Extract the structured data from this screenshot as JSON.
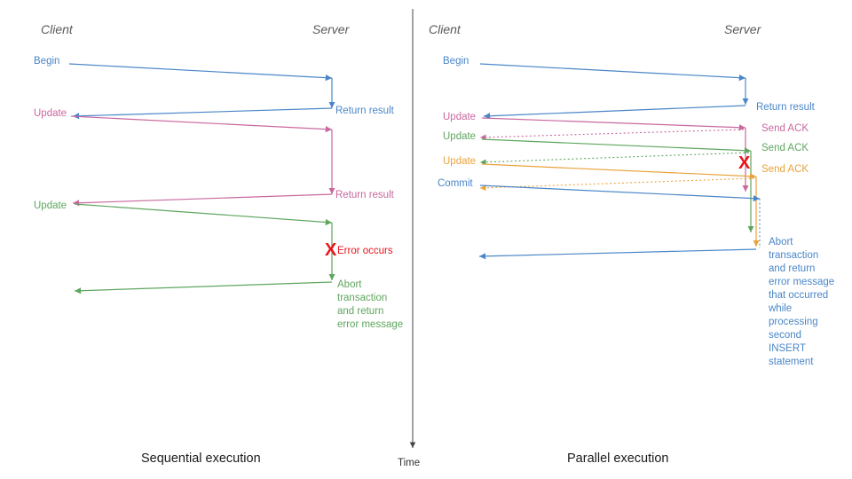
{
  "figure": {
    "background": "#ffffff",
    "divider_color": "#555555",
    "time_axis": {
      "label": "Time",
      "color": "#444444"
    }
  },
  "palette": {
    "blue": "#4a86c8",
    "pink": "#c9689e",
    "green": "#5ea65e",
    "orange": "#e9a33c",
    "red": "#e8131a",
    "gray": "#5a5a5a",
    "black": "#1a1a1a"
  },
  "panels": [
    {
      "id": "sequential",
      "caption": "Sequential execution",
      "lanes": {
        "client": "Client",
        "server": "Server"
      },
      "client_labels": [
        {
          "text": "Begin",
          "color": "#4a86c8"
        },
        {
          "text": "Update",
          "color": "#c9689e"
        },
        {
          "text": "Update",
          "color": "#5ea65e"
        }
      ],
      "server_labels": [
        {
          "text": "Return result",
          "color": "#4a86c8"
        },
        {
          "text": "Return result",
          "color": "#c9689e"
        },
        {
          "text": "Error occurs",
          "color": "#e8131a"
        }
      ],
      "error_marker": "X",
      "abort_note": {
        "color": "#5ea65e",
        "lines": [
          "Abort",
          "transaction",
          "and return",
          "error message"
        ]
      }
    },
    {
      "id": "parallel",
      "caption": "Parallel execution",
      "lanes": {
        "client": "Client",
        "server": "Server"
      },
      "client_labels": [
        {
          "text": "Begin",
          "color": "#4a86c8"
        },
        {
          "text": "Update",
          "color": "#c9689e"
        },
        {
          "text": "Update",
          "color": "#5ea65e"
        },
        {
          "text": "Update",
          "color": "#e9a33c"
        },
        {
          "text": "Commit",
          "color": "#4a86c8"
        }
      ],
      "server_labels": [
        {
          "text": "Return result",
          "color": "#4a86c8"
        },
        {
          "text": "Send ACK",
          "color": "#c9689e"
        },
        {
          "text": "Send ACK",
          "color": "#5ea65e"
        },
        {
          "text": "Send ACK",
          "color": "#e9a33c"
        }
      ],
      "error_marker": "X",
      "abort_note": {
        "color": "#4a86c8",
        "lines": [
          "Abort",
          "transaction",
          "and return",
          "error message",
          "that occurred",
          "while",
          "processing",
          "second",
          "INSERT",
          "statement"
        ]
      }
    }
  ]
}
